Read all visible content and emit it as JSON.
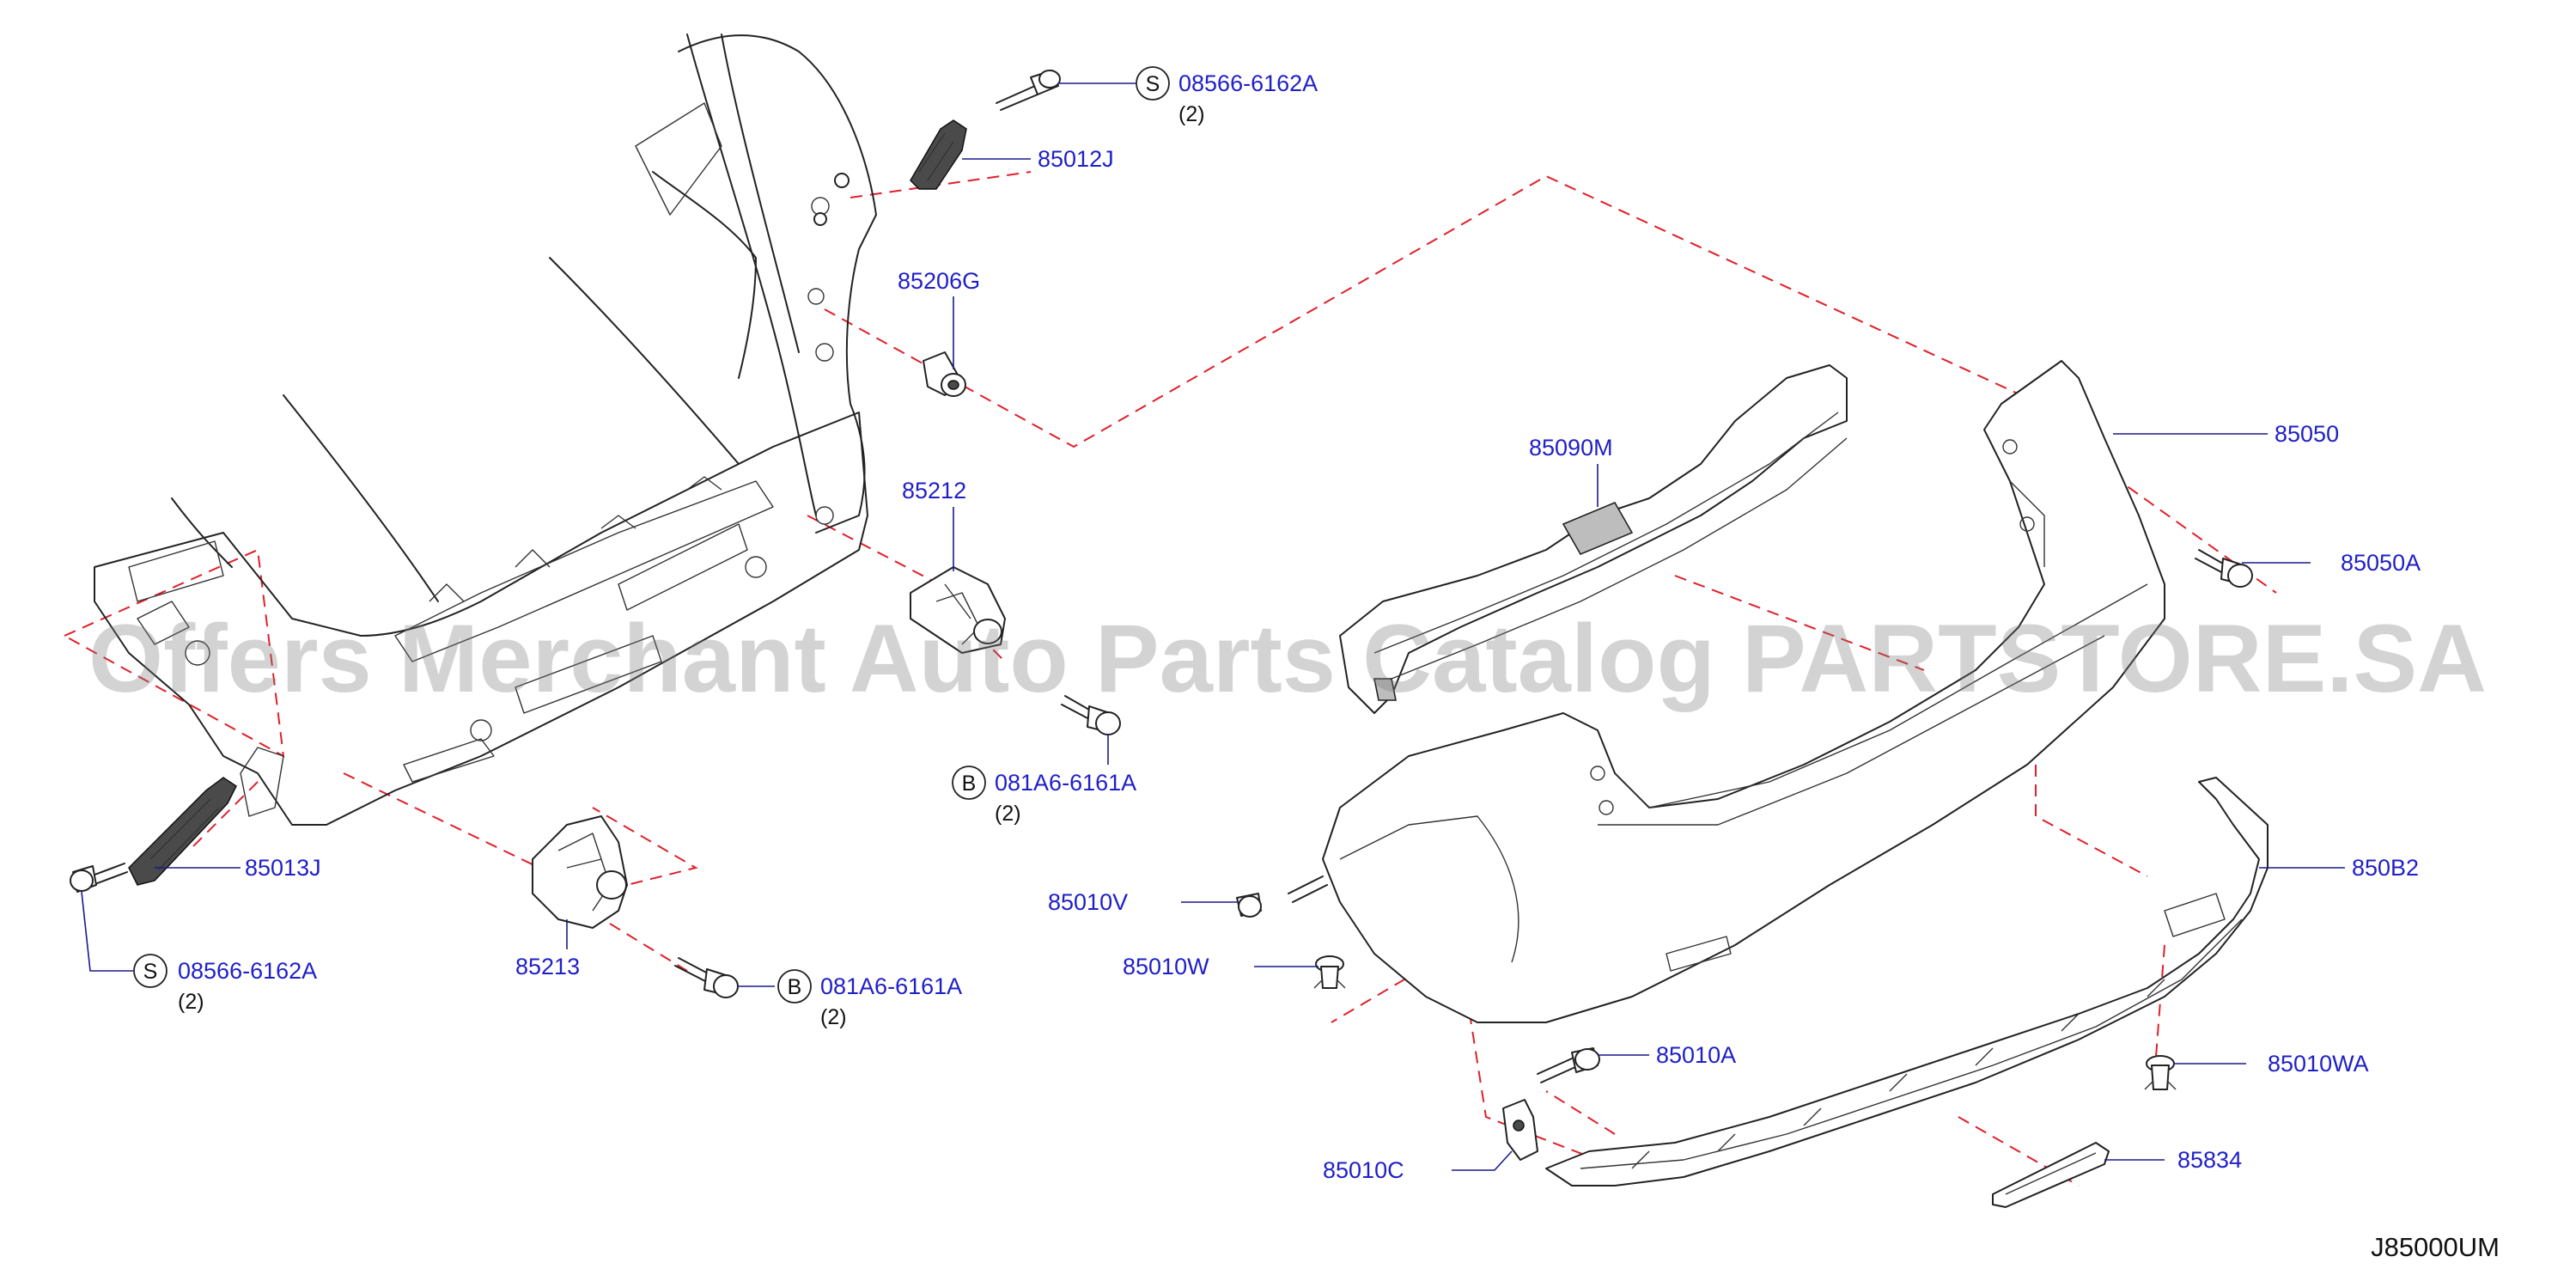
{
  "diagram": {
    "ref_code": "J85000UM",
    "watermark": "Offers Merchant Auto Parts Catalog PARTSTORE.SA"
  },
  "callouts": [
    {
      "id": "c1",
      "part": "08566-6162A",
      "prefix": "S",
      "qty": "(2)"
    },
    {
      "id": "c2",
      "part": "85012J"
    },
    {
      "id": "c3",
      "part": "85206G"
    },
    {
      "id": "c4",
      "part": "85212"
    },
    {
      "id": "c5",
      "part": "081A6-6161A",
      "prefix": "B",
      "qty": "(2)"
    },
    {
      "id": "c6",
      "part": "85013J"
    },
    {
      "id": "c7",
      "part": "08566-6162A",
      "prefix": "S",
      "qty": "(2)"
    },
    {
      "id": "c8",
      "part": "85213"
    },
    {
      "id": "c9",
      "part": "081A6-6161A",
      "prefix": "B",
      "qty": "(2)"
    },
    {
      "id": "c10",
      "part": "85090M"
    },
    {
      "id": "c11",
      "part": "85050"
    },
    {
      "id": "c12",
      "part": "85050A"
    },
    {
      "id": "c13",
      "part": "85010V"
    },
    {
      "id": "c14",
      "part": "85010W"
    },
    {
      "id": "c15",
      "part": "850B2"
    },
    {
      "id": "c16",
      "part": "85010A"
    },
    {
      "id": "c17",
      "part": "85010WA"
    },
    {
      "id": "c18",
      "part": "85834"
    },
    {
      "id": "c19",
      "part": "85010C"
    }
  ]
}
